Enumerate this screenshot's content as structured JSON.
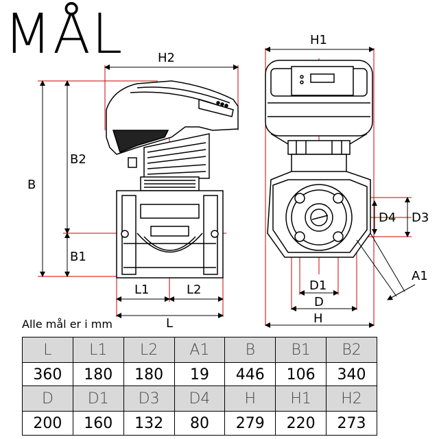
{
  "title": "MÅL",
  "labels": {
    "H2": "H2",
    "H1": "H1",
    "B2": "B2",
    "B": "B",
    "B1": "B1",
    "L1": "L1",
    "L2": "L2",
    "L": "L",
    "D4": "D4",
    "D3": "D3",
    "A1": "A1",
    "D1": "D1",
    "D": "D",
    "H": "H"
  },
  "caption": "Alle mål er i mm",
  "table1": {
    "headers": [
      "L",
      "L1",
      "L2",
      "A1",
      "B",
      "B1",
      "B2"
    ],
    "values": [
      "360",
      "180",
      "180",
      "19",
      "446",
      "106",
      "340"
    ]
  },
  "table2": {
    "headers": [
      "D",
      "D1",
      "D3",
      "D4",
      "H",
      "H1",
      "H2"
    ],
    "values": [
      "200",
      "160",
      "132",
      "80",
      "279",
      "220",
      "273"
    ]
  },
  "colors": {
    "dimension_line": "#cc0000",
    "outline": "#000000",
    "header_bg": "#d9d9d9"
  }
}
